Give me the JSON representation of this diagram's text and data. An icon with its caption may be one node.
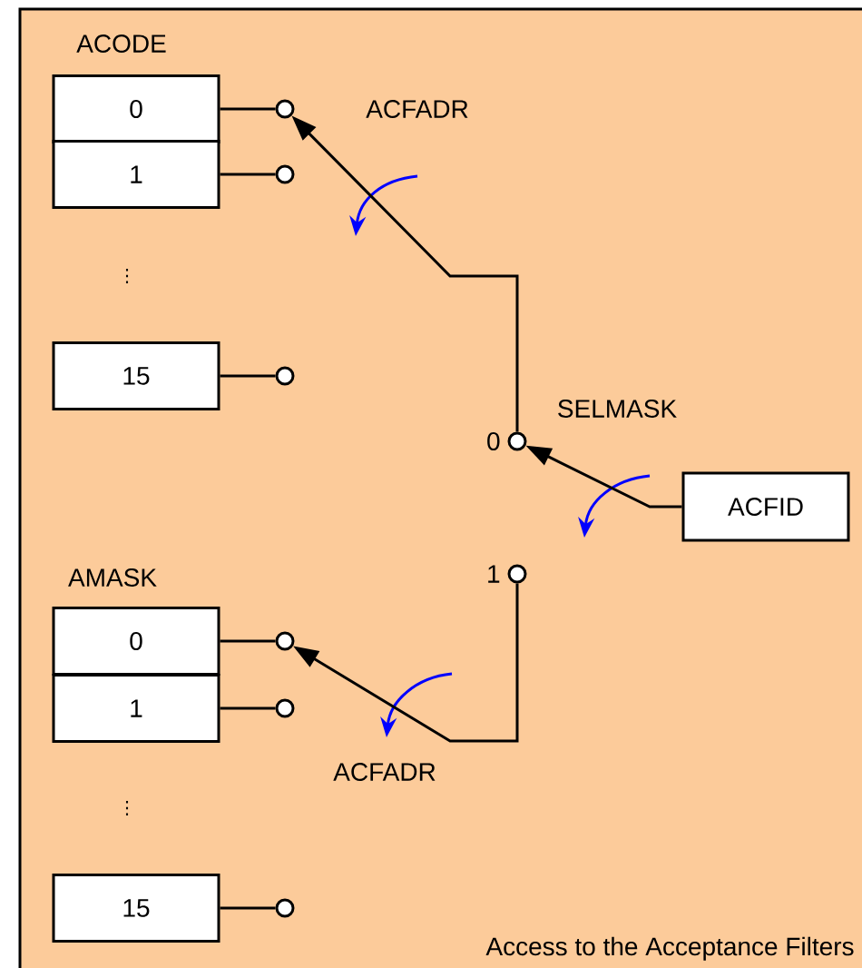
{
  "diagram": {
    "nodes": [
      {
        "text": [
          "Access to the Acceptance Filters"
        ]
      },
      {
        "text": [
          "0"
        ],
        "in": 0
      },
      {
        "text": [
          "1"
        ],
        "in": 0
      },
      {
        "text": [
          "15"
        ],
        "in": 0
      },
      {
        "text": [],
        "shape": "circle",
        "in": 0
      },
      {
        "text": [],
        "shape": "circle",
        "in": 0
      },
      {
        "text": [],
        "shape": "circle",
        "in": 0
      },
      {
        "text": [
          "0"
        ],
        "in": 0
      },
      {
        "text": [
          "1"
        ],
        "in": 0
      },
      {
        "text": [
          "15"
        ],
        "in": 0
      },
      {
        "text": [],
        "shape": "circle",
        "in": 0
      },
      {
        "text": [],
        "shape": "circle",
        "in": 0
      },
      {
        "text": [],
        "shape": "circle",
        "in": 0
      },
      {
        "text": [],
        "shape": "circle",
        "in": 0,
        "beside": [
          "0"
        ]
      },
      {
        "text": [],
        "shape": "circle",
        "in": 0,
        "beside": [
          "1"
        ]
      },
      {
        "text": [
          "ACFID"
        ],
        "in": 0
      }
    ],
    "edges": [
      {
        "from": 1,
        "to": 4,
        "arrow": "none"
      },
      {
        "from": 2,
        "to": 5,
        "arrow": "none"
      },
      {
        "from": 3,
        "to": 6,
        "arrow": "none"
      },
      {
        "from": 7,
        "to": 10,
        "arrow": "none"
      },
      {
        "from": 8,
        "to": 11,
        "arrow": "none"
      },
      {
        "from": 9,
        "to": 12,
        "arrow": "none"
      },
      {
        "from": 13,
        "to": 4,
        "arrow": "to"
      },
      {
        "from": 14,
        "to": 10,
        "arrow": "to"
      },
      {
        "from": 15,
        "to": 13,
        "arrow": "to"
      }
    ],
    "labels": [
      "ACODE",
      "ACFADR",
      "⋮",
      "SELMASK",
      "AMASK",
      "ACFADR",
      "⋮"
    ]
  }
}
